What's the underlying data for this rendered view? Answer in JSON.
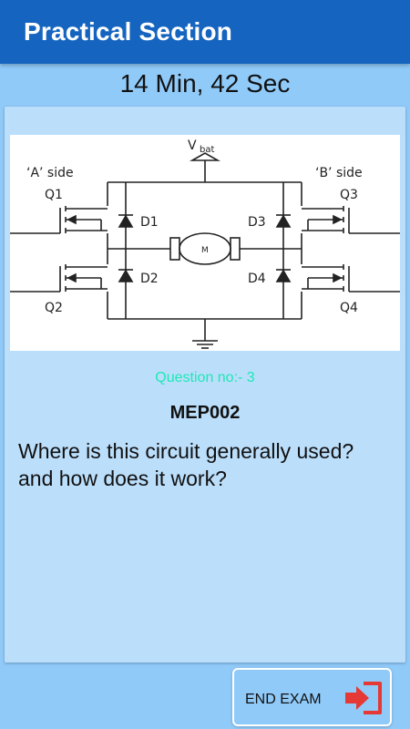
{
  "appbar": {
    "title": "Practical Section"
  },
  "timer": {
    "text": "14 Min, 42 Sec"
  },
  "question": {
    "number_label": "Question no:- 3",
    "code": "MEP002",
    "text": "Where is this circuit generally used? and how does it work?"
  },
  "diagram": {
    "vbat": "V",
    "vbat_sub": "bat",
    "side_a": "‘A’ side",
    "side_b": "‘B’ side",
    "q1": "Q1",
    "q2": "Q2",
    "q3": "Q3",
    "q4": "Q4",
    "d1": "D1",
    "d2": "D2",
    "d3": "D3",
    "d4": "D4",
    "motor": "M",
    "icon": "h-bridge-circuit-diagram"
  },
  "footer": {
    "end_exam_label": "END EXAM",
    "end_exam_icon": "exit-icon"
  },
  "colors": {
    "appbar": "#1565c0",
    "background": "#90caf9",
    "card": "#bbdefb",
    "question_number": "#1de9b6",
    "exit_icon": "#e53935"
  }
}
